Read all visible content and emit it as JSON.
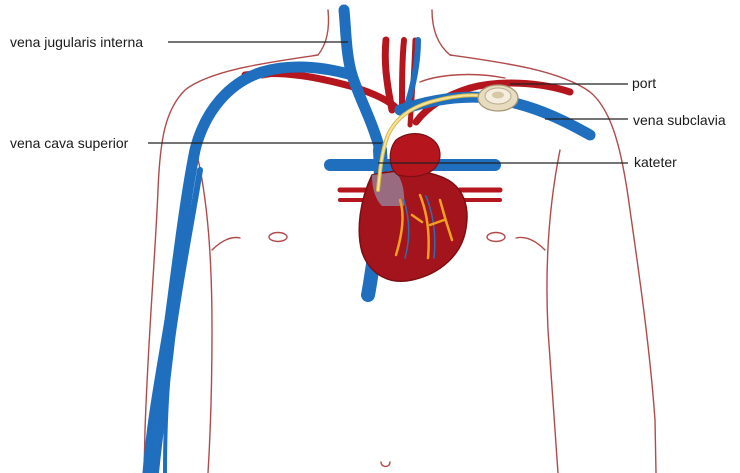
{
  "labels": {
    "vena_jugularis_interna": "vena jugularis interna",
    "vena_cava_superior": "vena cava superior",
    "port": "port",
    "vena_subclavia": "vena subclavia",
    "kateter": "kateter"
  },
  "colors": {
    "vein": "#1f6fbe",
    "artery": "#b5161d",
    "heart": "#a3141c",
    "body_outline": "#b24a4a",
    "catheter": "#f1d36a",
    "leader_line": "#222222"
  }
}
